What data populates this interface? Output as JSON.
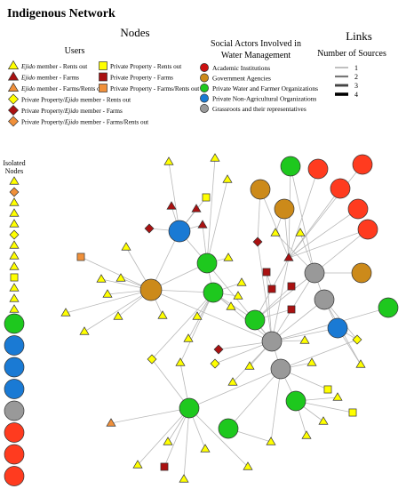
{
  "title": "Indigenous Network",
  "headers": {
    "nodes": "Nodes",
    "users": "Users",
    "actors_line1": "Social Actors Involved in",
    "actors_line2": "Water Management",
    "links": "Links",
    "sources": "Number of Sources",
    "isolated_line1": "Isolated",
    "isolated_line2": "Nodes"
  },
  "legend_users": [
    {
      "shape": "triangle",
      "color": "#ffff00",
      "prefix": "Ejido",
      "suffix": " member - Rents out"
    },
    {
      "shape": "triangle",
      "color": "#aa1111",
      "prefix": "Ejido",
      "suffix": " member - Farms"
    },
    {
      "shape": "triangle",
      "color": "#f0903a",
      "prefix": "Ejido",
      "suffix": " member - Farms/Rents out"
    },
    {
      "shape": "diamond",
      "color": "#ffff00",
      "prefix": "Private Property/",
      "italic": "Ejido",
      "suffix": " member - Rents out"
    },
    {
      "shape": "diamond",
      "color": "#aa1111",
      "prefix": "Private Property/",
      "italic": "Ejido",
      "suffix": " member - Farms"
    },
    {
      "shape": "diamond",
      "color": "#f0903a",
      "prefix": "Private Property/",
      "italic": "Ejido",
      "suffix": " member - Farms/Rents out"
    }
  ],
  "legend_private": [
    {
      "shape": "square",
      "color": "#ffff00",
      "label": "Private Property - Rents out"
    },
    {
      "shape": "square",
      "color": "#aa1111",
      "label": "Private Property - Farms"
    },
    {
      "shape": "square",
      "color": "#f0903a",
      "label": "Private Property - Farms/Rents out"
    }
  ],
  "legend_actors": [
    {
      "color": "#cc1111",
      "label": "Academic Institutions"
    },
    {
      "color": "#cc8a1a",
      "label": "Government Agencies"
    },
    {
      "color": "#1ec81e",
      "label": "Private Water and Farmer Organizations"
    },
    {
      "color": "#1a7ad4",
      "label": "Private Non-Agricultural Organizations"
    },
    {
      "color": "#999999",
      "label": "Grassroots and their representatives"
    }
  ],
  "legend_links": [
    {
      "label": "1",
      "weight": 1
    },
    {
      "label": "2",
      "weight": 2
    },
    {
      "label": "3",
      "weight": 3
    },
    {
      "label": "4",
      "weight": 4
    }
  ],
  "colors": {
    "yellow": "#ffff00",
    "darkred": "#aa1111",
    "orange": "#f0903a",
    "academic": "#ff3b1f",
    "government": "#cc8a1a",
    "green": "#1ec81e",
    "blue": "#1a7ad4",
    "gray": "#999999",
    "link": "#b8b8b8"
  },
  "isolated": [
    {
      "t": "tri",
      "c": "yellow"
    },
    {
      "t": "dia",
      "c": "orange"
    },
    {
      "t": "tri",
      "c": "yellow"
    },
    {
      "t": "tri",
      "c": "yellow"
    },
    {
      "t": "tri",
      "c": "yellow"
    },
    {
      "t": "dia",
      "c": "yellow"
    },
    {
      "t": "tri",
      "c": "yellow"
    },
    {
      "t": "tri",
      "c": "yellow"
    },
    {
      "t": "tri",
      "c": "yellow"
    },
    {
      "t": "sq",
      "c": "yellow"
    },
    {
      "t": "tri",
      "c": "yellow"
    },
    {
      "t": "tri",
      "c": "yellow"
    },
    {
      "t": "tri",
      "c": "yellow"
    },
    {
      "t": "circ",
      "c": "green"
    },
    {
      "t": "circ",
      "c": "blue"
    },
    {
      "t": "circ",
      "c": "blue"
    },
    {
      "t": "circ",
      "c": "blue"
    },
    {
      "t": "circ",
      "c": "gray"
    },
    {
      "t": "circ",
      "c": "academic"
    },
    {
      "t": "circ",
      "c": "academic"
    },
    {
      "t": "circ",
      "c": "academic"
    }
  ]
}
